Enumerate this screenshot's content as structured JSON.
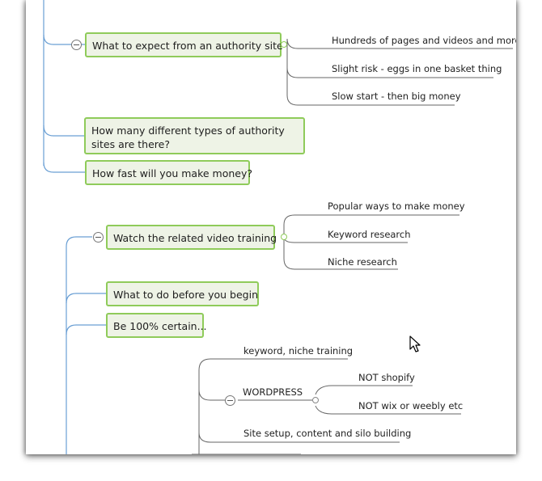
{
  "mindmap": {
    "topics": [
      {
        "id": "authority_site_expect",
        "label": "What to expect from an authority site"
      },
      {
        "id": "authority_types",
        "label": "How many different types of authority sites are there?"
      },
      {
        "id": "money_speed",
        "label": "How fast will you make money?"
      },
      {
        "id": "video_training",
        "label": "Watch the related video training"
      },
      {
        "id": "before_begin",
        "label": "What to do before you begin"
      },
      {
        "id": "be_certain",
        "label": "Be 100% certain..."
      }
    ],
    "subtopics": {
      "authority_site_expect": [
        "Hundreds of pages and videos and more",
        "Slight risk - eggs in one basket thing",
        "Slow start - then big money"
      ],
      "video_training": [
        "Popular ways to make money",
        "Keyword research",
        "Niche research"
      ],
      "be_certain": [
        "keyword, niche training",
        "WORDPRESS",
        "Site setup, content and silo building"
      ],
      "wordpress": [
        "NOT shopify",
        "NOT wix or weebly etc"
      ]
    }
  },
  "colors": {
    "topic_fill": "#eef3e6",
    "topic_border": "#8fcb5a",
    "connector_blue": "#6a9fd4",
    "connector_grey": "#666666"
  },
  "icons": [
    "collapse-icon",
    "mouse-pointer-icon"
  ]
}
